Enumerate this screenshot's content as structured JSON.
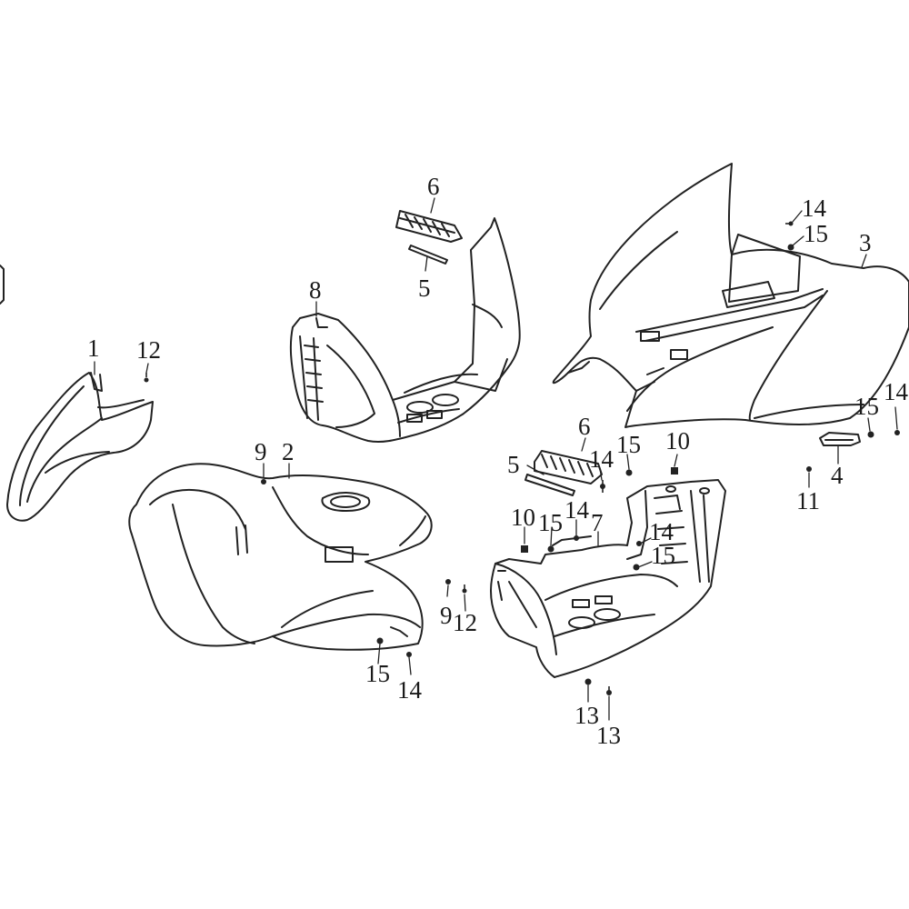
{
  "callouts": {
    "c1": "1",
    "c12a": "12",
    "c9a": "9",
    "c2": "2",
    "c6a": "6",
    "c5a": "5",
    "c8": "8",
    "c14a": "14",
    "c15a": "15",
    "c3": "3",
    "c15b": "15",
    "c14b": "14",
    "c4": "4",
    "c11": "11",
    "c6b": "6",
    "c5b": "5",
    "c14c": "14",
    "c15c": "15",
    "c10a": "10",
    "c10b": "10",
    "c15d": "15",
    "c14d": "14",
    "c7": "7",
    "c14e": "14",
    "c15e": "15",
    "c9b": "9",
    "c12b": "12",
    "c15f": "15",
    "c14f": "14",
    "c13a": "13",
    "c13b": "13"
  }
}
